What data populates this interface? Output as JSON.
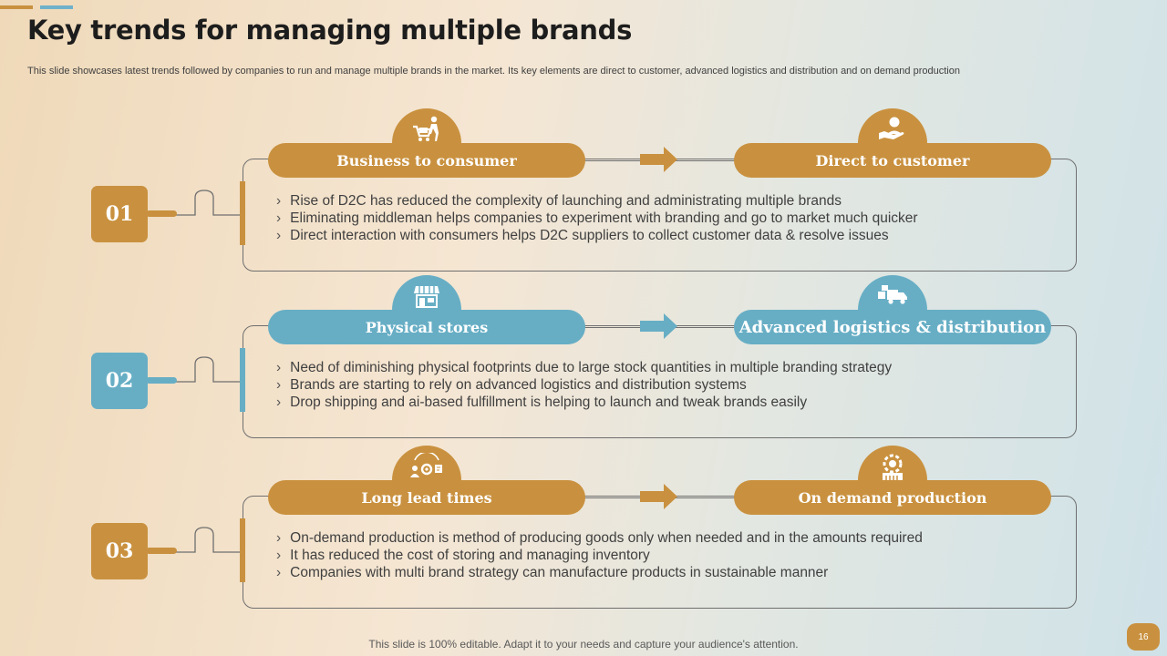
{
  "slide": {
    "title": "Key trends for managing multiple brands",
    "subtitle": "This slide showcases latest trends followed by companies to run and manage multiple brands in the market. Its key elements are direct to customer, advanced logistics and distribution and on demand production",
    "footer": "This slide is 100% editable. Adapt it to your needs and capture your audience's attention.",
    "page_number": "16"
  },
  "colors": {
    "gold": "#c9913f",
    "blue": "#67aec5",
    "outline": "#6f6f6f"
  },
  "rows": [
    {
      "number": "01",
      "left_label": "Business to consumer",
      "left_icon": "shopping-cart-person-icon",
      "right_label": "Direct to customer",
      "right_icon": "hand-person-icon",
      "bullets": [
        "Rise of D2C has reduced the complexity of launching and administrating multiple brands",
        "Eliminating middleman helps companies to experiment with branding and go to market much quicker",
        "Direct interaction with consumers helps D2C suppliers to collect customer data & resolve issues"
      ]
    },
    {
      "number": "02",
      "left_label": "Physical stores",
      "left_icon": "storefront-icon",
      "right_label": "Advanced logistics & distribution",
      "right_icon": "delivery-truck-icon",
      "bullets": [
        "Need of diminishing physical footprints due to large stock quantities in multiple branding strategy",
        "Brands are starting to rely on advanced logistics and distribution systems",
        "Drop shipping and ai-based fulfillment  is helping to launch  and tweak brands easily"
      ]
    },
    {
      "number": "03",
      "left_label": "Long lead times",
      "left_icon": "team-gear-clock-icon",
      "right_label": "On demand production",
      "right_icon": "gear-factory-icon",
      "bullets": [
        "On-demand production is method of producing goods only when needed and in the amounts required",
        "It has reduced the cost of storing and managing inventory",
        "Companies with multi brand strategy can manufacture products in sustainable manner"
      ]
    }
  ]
}
